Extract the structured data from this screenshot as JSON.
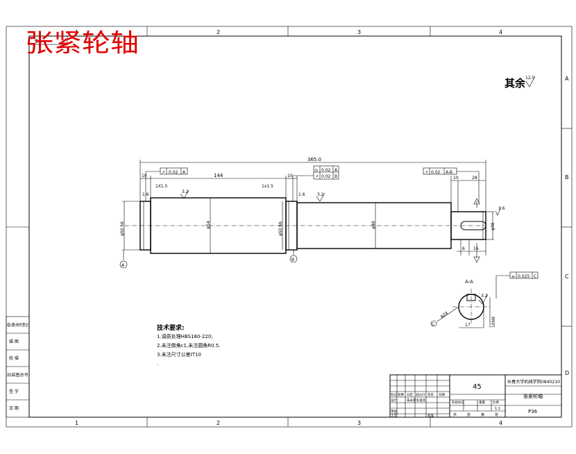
{
  "title": "张紧轮轴",
  "corner_code": "91",
  "roughness_note": {
    "label": "其余",
    "value": "12.5"
  },
  "grid": {
    "columns": [
      "1",
      "2",
      "3",
      "4"
    ],
    "rows": [
      "A",
      "B",
      "C",
      "D"
    ]
  },
  "dimensions": {
    "overall": "365.0",
    "middle_length": "144",
    "left_step": "10",
    "mid_step": "10",
    "right_step": "10",
    "right_end": "28",
    "chamfer_left": "1X1.5",
    "chamfer_right": "1x1.5",
    "left_shoulder": "1.6",
    "mid_shoulder": "1.6",
    "left_journal": "φ50 h6",
    "big_diameter": "φ54",
    "mid_journal": "φ50 h6",
    "main_diameter": "φ48",
    "end_diameter": "φ38",
    "key_width": "6",
    "key_length": "16",
    "right_rough": "1.6",
    "rough_left": "3.2",
    "rough_mid": "3.2",
    "rough_section": "3.2"
  },
  "tolerances": {
    "left_runout": [
      "↗",
      "0.02",
      "A"
    ],
    "mid_concentric": [
      "◎",
      "0.02",
      "A"
    ],
    "mid_runout": [
      "↗",
      "0.02",
      "B"
    ],
    "right_runout": [
      "↗",
      "0.02",
      "A-B"
    ],
    "symmetry": [
      "⌯",
      "0.025",
      "C"
    ]
  },
  "datums": [
    "A",
    "B",
    "C"
  ],
  "section": {
    "label": "A-A",
    "key_width": "10N9",
    "depth": "17",
    "diameter": "φ24"
  },
  "tech_notes": {
    "heading": "技术要求:",
    "items": [
      "1.调质处理HBS180-220;",
      "2.未注倒角c1,未注圆角R0.5.",
      "3.未注尺寸公差IT10",
      "."
    ]
  },
  "side_column": [
    "借(通)用件登记",
    "描  图",
    "校  描",
    "旧底图总号",
    "签  字",
    "日  期"
  ],
  "title_block": {
    "material": "45",
    "school": "长春大学机械学院0840210",
    "part_name": "张紧轮轴",
    "drawing_no": "P36",
    "scale": "1:1",
    "header_row": [
      "标记",
      "处数",
      "分区",
      "更改文件号",
      "签名",
      "日期"
    ],
    "design_row": [
      "设计",
      "朱永刚",
      "标准化"
    ],
    "review_row": [
      "审核"
    ],
    "process_row": [
      "工艺",
      "",
      "批准"
    ],
    "stage_labels": [
      "阶段标记",
      "重量",
      "比例"
    ],
    "sheet_labels": [
      "共",
      "张",
      "第",
      "张"
    ]
  }
}
